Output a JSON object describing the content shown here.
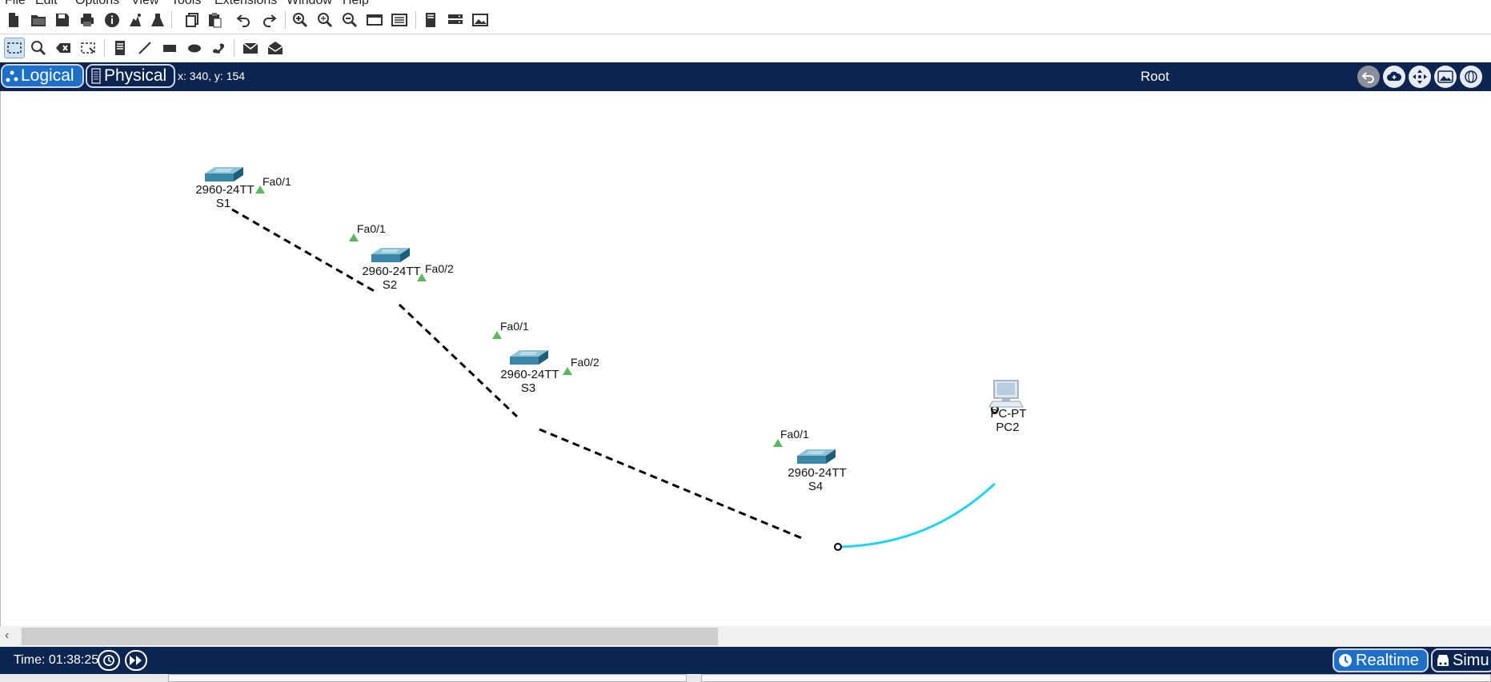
{
  "menubar": {
    "items": [
      "File",
      "Edit",
      "Options",
      "View",
      "Tools",
      "Extensions",
      "Window",
      "Help"
    ]
  },
  "toolbar_main": {
    "icons": [
      "new-file-icon",
      "open-folder-icon",
      "save-icon",
      "print-icon",
      "info-icon",
      "network-wizard-icon",
      "activity-wizard-icon",
      "copy-icon",
      "paste-icon",
      "undo-icon",
      "redo-icon",
      "zoom-in-icon",
      "zoom-reset-icon",
      "zoom-out-icon",
      "drawing-palette-icon",
      "custom-device-icon",
      "viewport-icon",
      "cluster-icon",
      "screenshot-icon"
    ]
  },
  "toolbar_common": {
    "icons": [
      "select-icon",
      "inspect-icon",
      "delete-icon",
      "resize-icon",
      "note-icon",
      "line-icon",
      "rectangle-icon",
      "ellipse-icon",
      "freeform-icon",
      "simple-pdu-icon",
      "complex-pdu-icon"
    ]
  },
  "navbar": {
    "logical_label": "Logical",
    "physical_label": "Physical",
    "coords": "x: 340, y: 154",
    "root_label": "Root"
  },
  "topology": {
    "devices": [
      {
        "id": "S1",
        "model": "2960-24TT",
        "name": "S1",
        "kind": "switch"
      },
      {
        "id": "S2",
        "model": "2960-24TT",
        "name": "S2",
        "kind": "switch"
      },
      {
        "id": "S3",
        "model": "2960-24TT",
        "name": "S3",
        "kind": "switch"
      },
      {
        "id": "S4",
        "model": "2960-24TT",
        "name": "S4",
        "kind": "switch"
      },
      {
        "id": "PC2",
        "model": "PC-PT",
        "name": "PC2",
        "kind": "pc"
      }
    ],
    "ports": {
      "s1_s2_a": "Fa0/1",
      "s1_s2_b": "Fa0/1",
      "s2_s3_a": "Fa0/2",
      "s2_s3_b": "Fa0/1",
      "s3_s4_a": "Fa0/2",
      "s3_s4_b": "Fa0/1"
    },
    "colors": {
      "crossover": "#000000",
      "straight": "#22d4f0",
      "link_up": "#5cb85c",
      "switch": "#3a87a8"
    }
  },
  "statusbar": {
    "time": "Time: 01:38:25",
    "realtime_label": "Realtime",
    "simulation_label": "Simu"
  }
}
